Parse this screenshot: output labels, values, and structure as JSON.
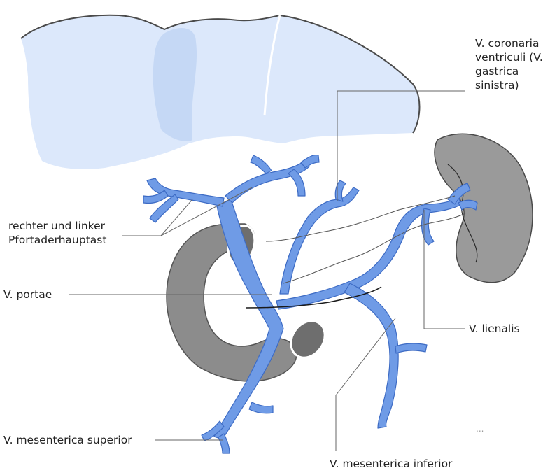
{
  "labels": {
    "coronaria": "V. coronaria ventriculi (V. gastrica sinistra)",
    "pfortader": "rechter und linker Pfortaderhauptast",
    "portae": "V. portae",
    "lienalis": "V. lienalis",
    "mes_sup": "V. mesenterica superior",
    "mes_inf": "V. mesenterica inferior",
    "mark": "..."
  },
  "colors": {
    "liver": "#dce8fb",
    "liver_lobe": "#c5d8f5",
    "vein": "#6f9be6",
    "vein_stroke": "#3d6bc4",
    "organ": "#8c8c8c",
    "organ_dark": "#6e6e6e",
    "spleen": "#9a9a9a"
  }
}
